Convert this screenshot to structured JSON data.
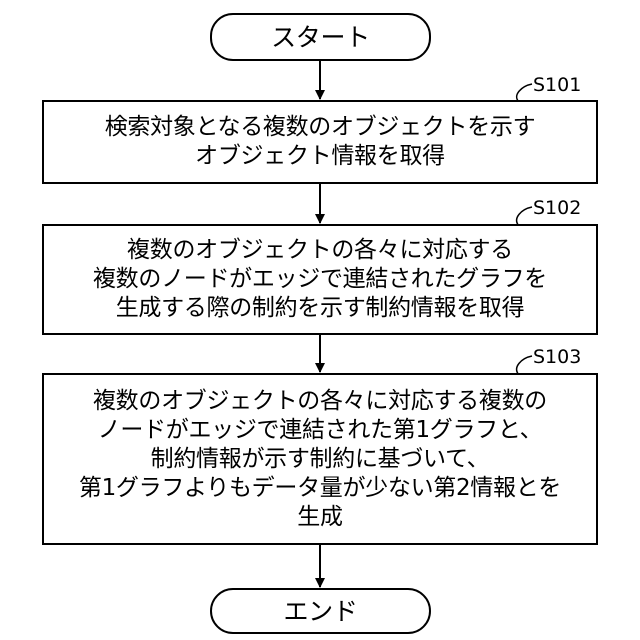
{
  "flowchart": {
    "start": {
      "label": "スタート"
    },
    "steps": [
      {
        "id": "S101",
        "lines": [
          "検索対象となる複数のオブジェクトを示す",
          "オブジェクト情報を取得"
        ]
      },
      {
        "id": "S102",
        "lines": [
          "複数のオブジェクトの各々に対応する",
          "複数のノードがエッジで連結されたグラフを",
          "生成する際の制約を示す制約情報を取得"
        ]
      },
      {
        "id": "S103",
        "lines": [
          "複数のオブジェクトの各々に対応する複数の",
          "ノードがエッジで連結された第1グラフと、",
          "制約情報が示す制約に基づいて、",
          "第1グラフよりもデータ量が少ない第2情報とを",
          "生成"
        ]
      }
    ],
    "end": {
      "label": "エンド"
    }
  },
  "colors": {
    "stroke": "#000000",
    "background": "#ffffff"
  }
}
